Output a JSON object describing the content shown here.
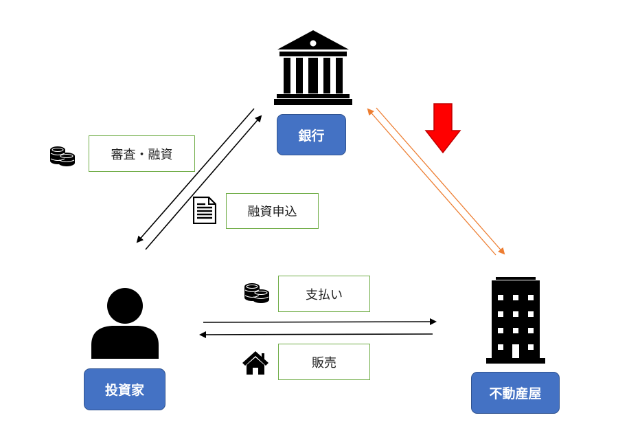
{
  "nodes": {
    "bank": "銀行",
    "investor": "投資家",
    "realtor": "不動産屋"
  },
  "labels": {
    "review_financing": "審査・融資",
    "loan_application": "融資申込",
    "payment": "支払い",
    "sale": "販売"
  },
  "icons": {
    "bank": "bank-building-icon",
    "investor": "person-icon",
    "realtor": "office-building-icon",
    "coins_review": "coins-icon",
    "document": "document-icon",
    "coins_payment": "coins-icon",
    "house": "house-icon",
    "down_arrow": "down-arrow-icon"
  },
  "colors": {
    "node_fill": "#4472c4",
    "label_border": "#70ad47",
    "bank_realtor_link": "#ed7d31",
    "down_arrow": "#ff0000"
  }
}
